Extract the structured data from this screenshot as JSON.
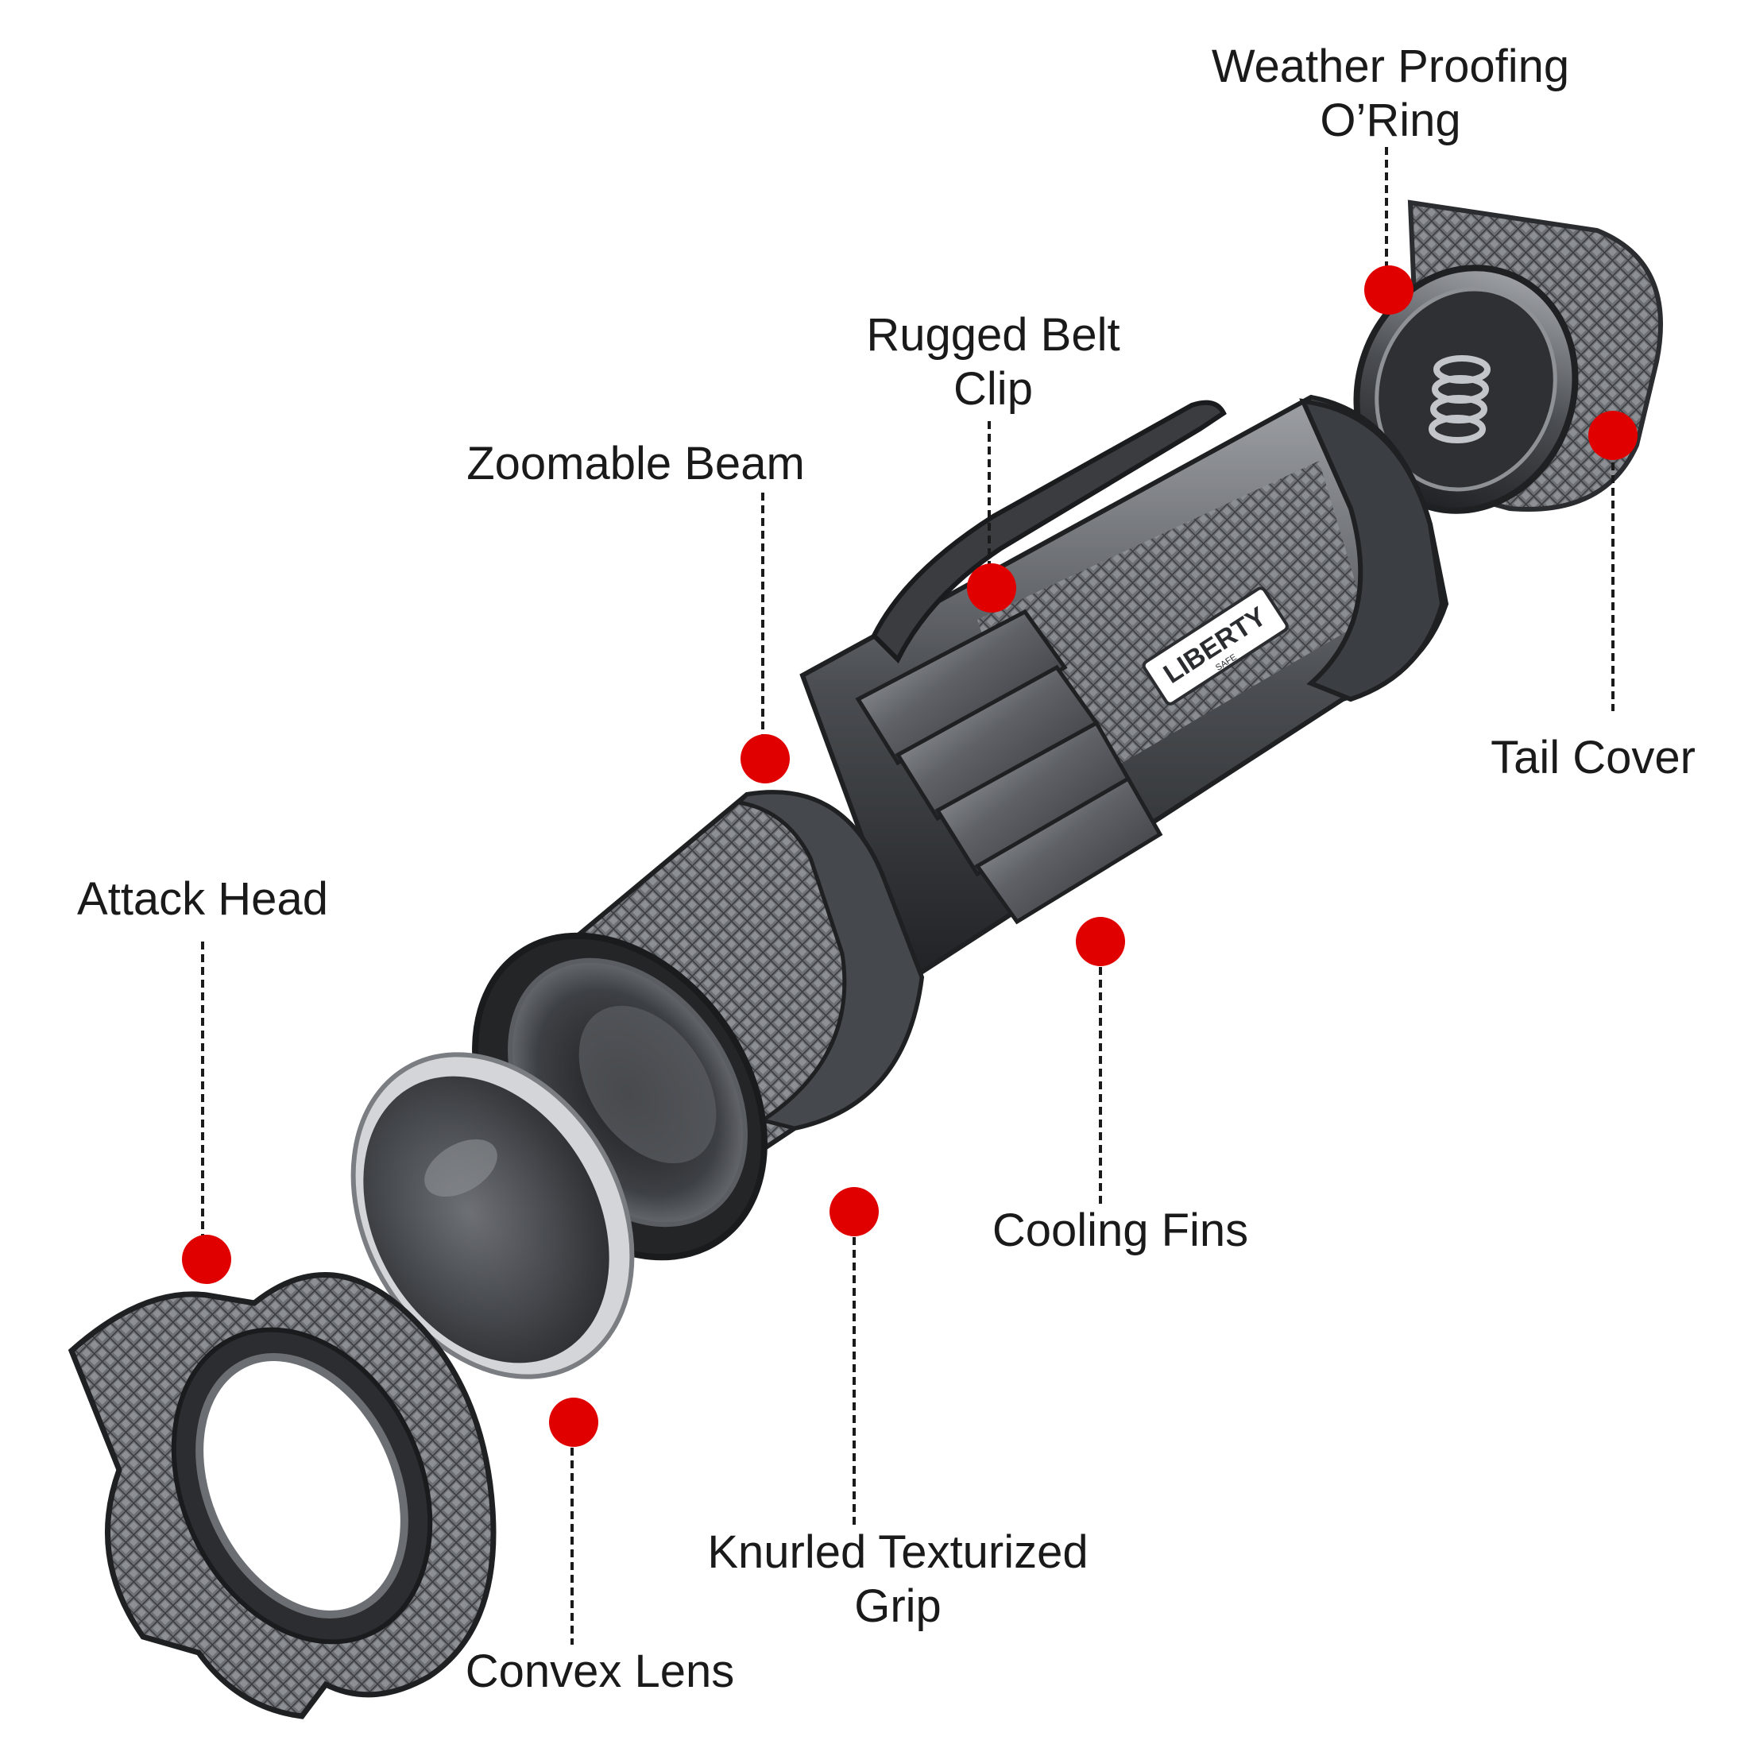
{
  "diagram": {
    "brand": {
      "logo_text": "LIBERTY",
      "logo_subtext": "SAFE"
    },
    "colors": {
      "background": "#ffffff",
      "marker": "#e00000",
      "text": "#1a1a1a",
      "metal_dark": "#2a2c2f",
      "metal_mid": "#5e6166",
      "metal_light": "#a9acb0"
    },
    "callouts": {
      "weather_proofing": {
        "line1": "Weather Proofing",
        "line2": "O’Ring"
      },
      "belt_clip": {
        "line1": "Rugged Belt",
        "line2": "Clip"
      },
      "zoomable_beam": {
        "line1": "Zoomable Beam"
      },
      "tail_cover": {
        "line1": "Tail Cover"
      },
      "attack_head": {
        "line1": "Attack Head"
      },
      "cooling_fins": {
        "line1": "Cooling Fins"
      },
      "knurled_grip": {
        "line1": "Knurled Texturized",
        "line2": "Grip"
      },
      "convex_lens": {
        "line1": "Convex Lens"
      }
    }
  }
}
